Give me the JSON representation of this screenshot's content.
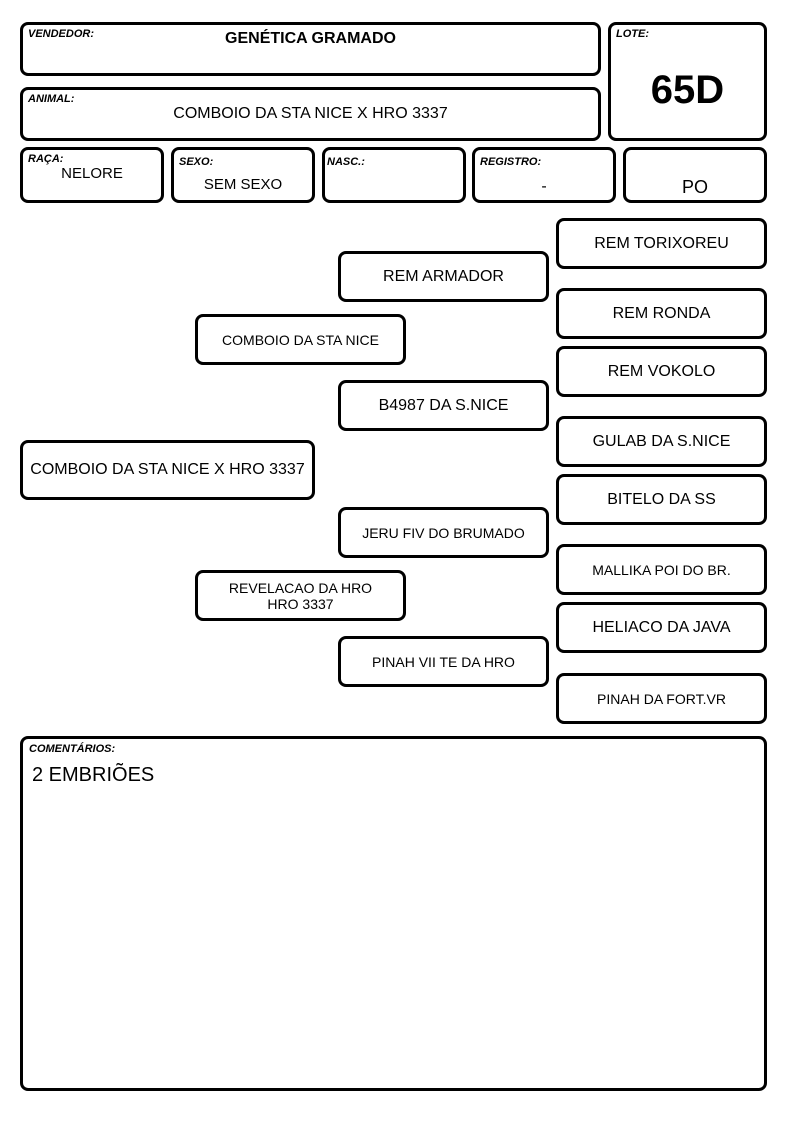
{
  "header": {
    "vendedor_label": "VENDEDOR:",
    "vendedor": "GENÉTICA GRAMADO",
    "lote_label": "LOTE:",
    "lote": "65D",
    "animal_label": "ANIMAL:",
    "animal": "COMBOIO DA STA NICE X HRO 3337"
  },
  "info": {
    "raca_label": "RAÇA:",
    "raca": "NELORE",
    "sexo_label": "SEXO:",
    "sexo": "SEM SEXO",
    "nasc_label": "NASC.:",
    "nasc": "",
    "registro_label": "REGISTRO:",
    "registro": "-",
    "categoria": "PO"
  },
  "pedigree": {
    "animal": "COMBOIO DA STA NICE X HRO 3337",
    "sire": "COMBOIO DA STA NICE",
    "dam_line1": "REVELACAO DA HRO",
    "dam_line2": "HRO 3337",
    "sire_sire": "REM ARMADOR",
    "sire_dam": "B4987 DA S.NICE",
    "dam_sire": "JERU FIV DO BRUMADO",
    "dam_dam": "PINAH VII TE DA HRO",
    "ggp": [
      "REM TORIXOREU",
      "REM RONDA",
      "REM VOKOLO",
      "GULAB DA S.NICE",
      "BITELO DA SS",
      "MALLIKA POI DO BR.",
      "HELIACO DA JAVA",
      "PINAH DA FORT.VR"
    ]
  },
  "comments": {
    "label": "COMENTÁRIOS:",
    "text": "2 EMBRIÕES"
  }
}
